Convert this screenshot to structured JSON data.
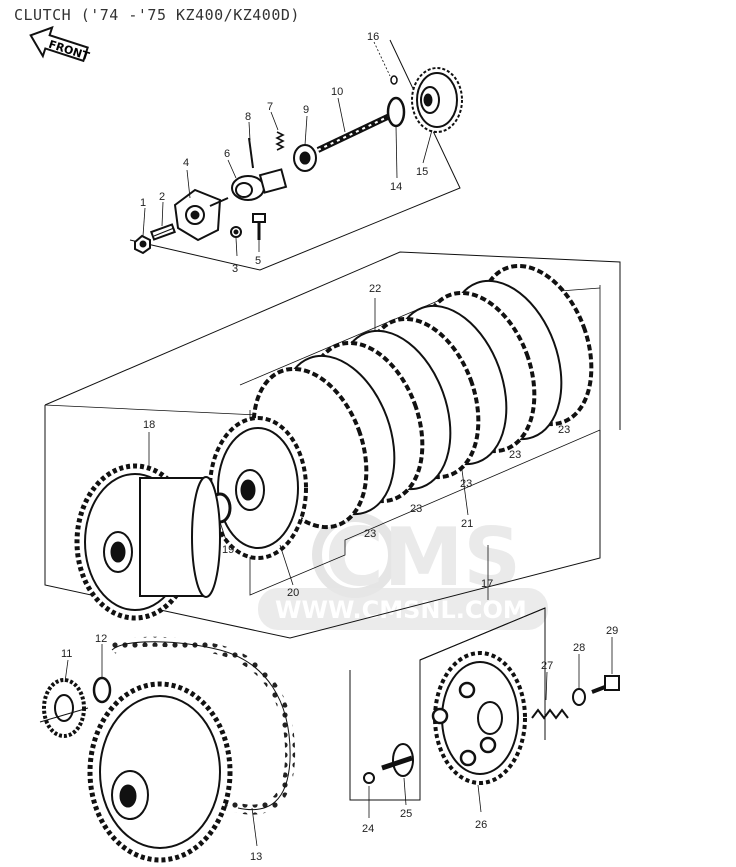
{
  "title": "CLUTCH ('74 -'75 KZ400/KZ400D)",
  "front_label": "FRONT",
  "watermark": {
    "logo": "CMS",
    "url": "WWW.CMSNL.COM"
  },
  "callouts": {
    "c1": "1",
    "c2": "2",
    "c3": "3",
    "c4": "4",
    "c5": "5",
    "c6": "6",
    "c7": "7",
    "c8": "8",
    "c9": "9",
    "c10": "10",
    "c11": "11",
    "c12": "12",
    "c13": "13",
    "c14": "14",
    "c15": "15",
    "c16": "16",
    "c17": "17",
    "c18": "18",
    "c19": "19",
    "c20": "20",
    "c21": "21",
    "c22": "22",
    "c23": "23",
    "c24": "24",
    "c25": "25",
    "c26": "26",
    "c27": "27",
    "c28": "28",
    "c29": "29"
  }
}
